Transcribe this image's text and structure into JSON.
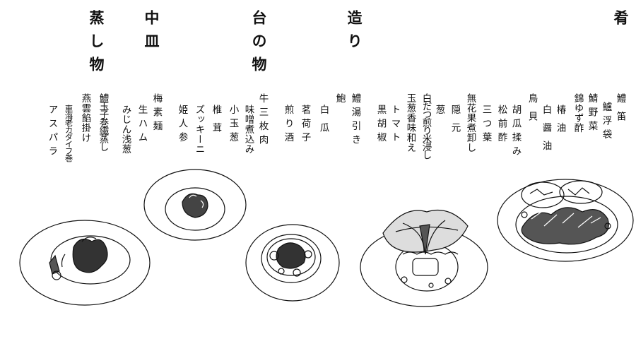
{
  "headings": [
    "肴",
    "造り",
    "台の物",
    "中皿",
    "蒸し物"
  ],
  "items": [
    "鱧笛",
    "鱸浮袋",
    "鯖野菜",
    "錦ゆず酢",
    "椿油",
    "白醤油",
    "鳥貝",
    "胡瓜揉み",
    "松前酢",
    "三つ葉",
    "無花果煮卸し",
    "隠元",
    "葱",
    "玉葱香味和え",
    "白だつ煎り米浸し",
    "トマト",
    "黒胡椒",
    "鱧湯引き",
    "鮑",
    "白瓜",
    "茗荷子",
    "煎り酒",
    "牛三枚肉",
    "味噌煮込み",
    "小玉葱",
    "椎茸",
    "ズッキーニ",
    "姫人参",
    "梅素麺",
    "生ハム",
    "みじん浅葱",
    "鱧玉子巻繊蒸し",
    "燕雲餡掛け",
    "車海老カダイフ巻",
    "アスパラ"
  ]
}
